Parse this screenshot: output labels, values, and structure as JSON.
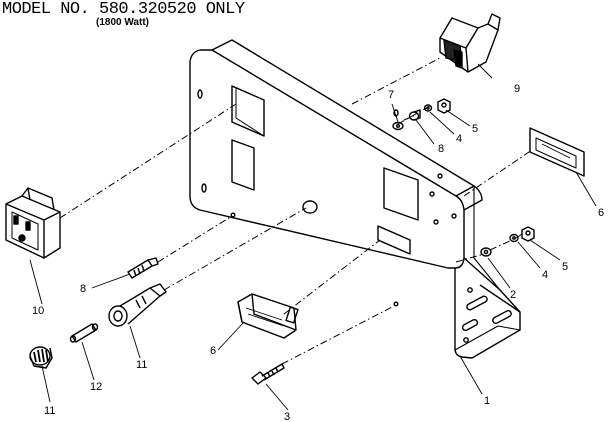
{
  "header": {
    "title": "MODEL NO. 580.320520 ONLY",
    "subtitle": "(1800 Watt)"
  },
  "callouts": [
    "1",
    "2",
    "3",
    "4",
    "4",
    "5",
    "5",
    "6",
    "6",
    "7",
    "8",
    "8",
    "9",
    "10",
    "11",
    "11",
    "12"
  ],
  "parts": [
    {
      "id": "bracket-panel",
      "icon": "mounting-bracket",
      "label": "1"
    },
    {
      "id": "washer-2",
      "icon": "washer",
      "label": "2"
    },
    {
      "id": "screw-3",
      "icon": "screw",
      "label": "3"
    },
    {
      "id": "lockwasher-4",
      "icon": "lock-washer",
      "label": "4"
    },
    {
      "id": "nut-5",
      "icon": "hex-nut",
      "label": "5"
    },
    {
      "id": "decal-6",
      "icon": "label-decal",
      "label": "6"
    },
    {
      "id": "washer-7",
      "icon": "washer",
      "label": "7"
    },
    {
      "id": "bushing-8",
      "icon": "bushing",
      "label": "8"
    },
    {
      "id": "switch-9",
      "icon": "rocker-switch",
      "label": "9"
    },
    {
      "id": "receptacle-10",
      "icon": "duplex-receptacle",
      "label": "10"
    },
    {
      "id": "fuse-holder-11",
      "icon": "fuse-holder",
      "label": "11"
    },
    {
      "id": "fuse-12",
      "icon": "fuse",
      "label": "12"
    }
  ]
}
